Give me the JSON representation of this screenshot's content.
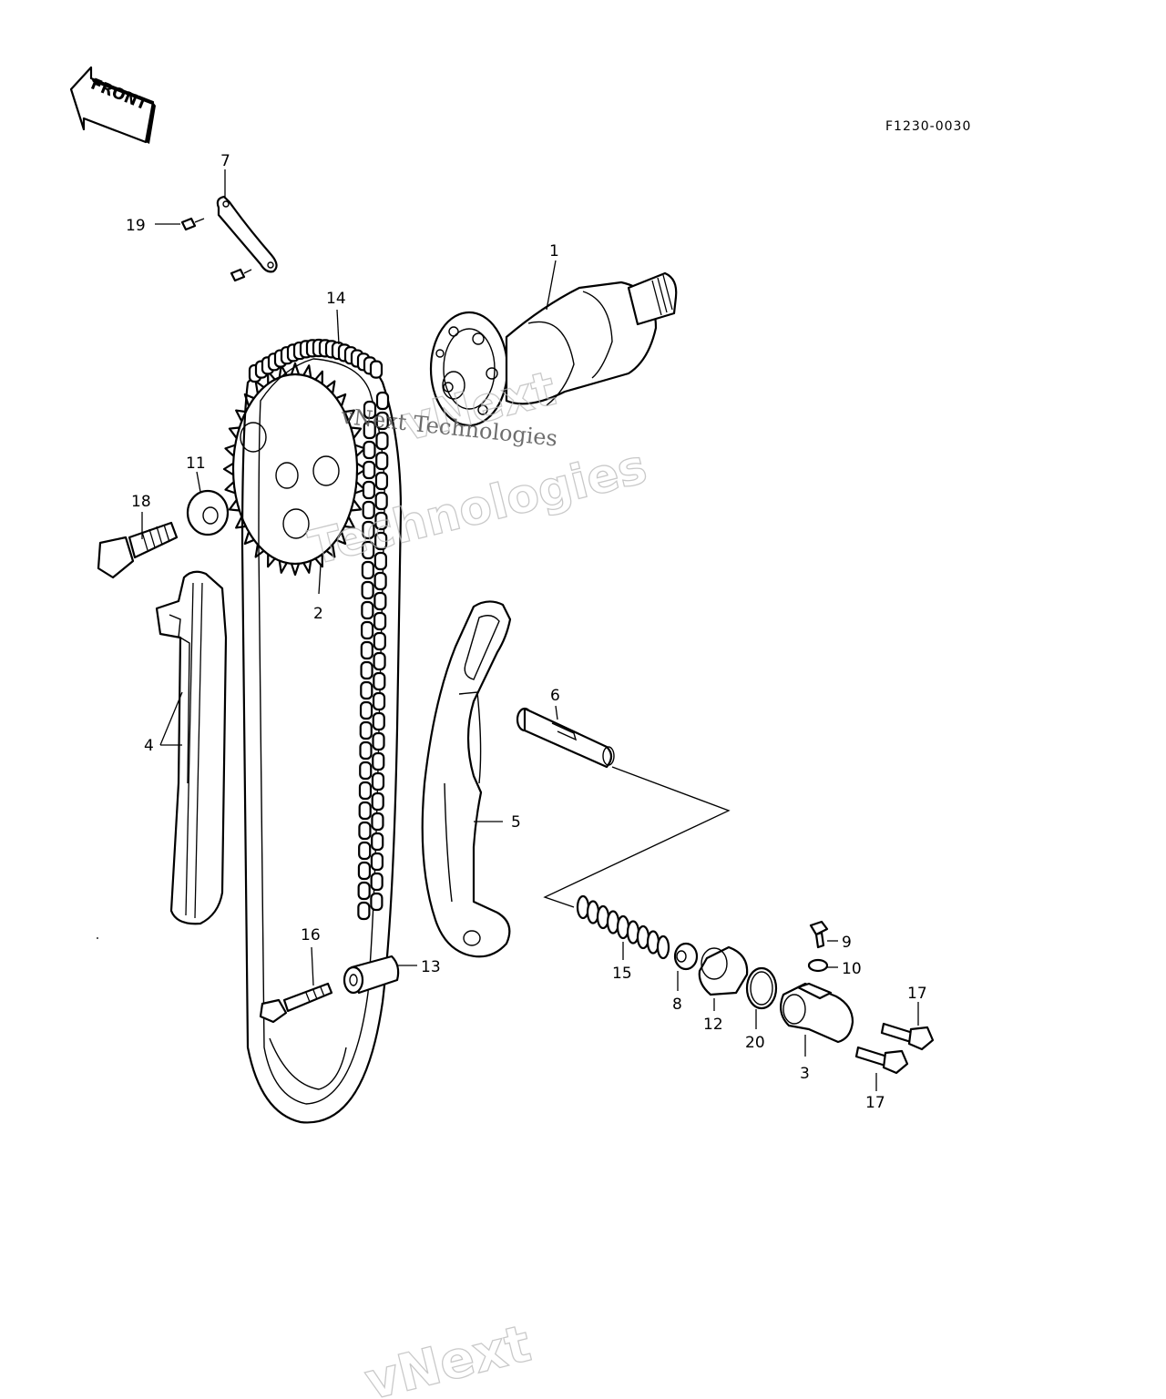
{
  "header": {
    "front_label": "FRONT",
    "doc_code": "F1230-0030"
  },
  "watermark": {
    "line1": "vNext",
    "line2": "Technologies",
    "overlay": "vNext Technologies",
    "bottom": "vNext"
  },
  "callouts": [
    "1",
    "2",
    "3",
    "4",
    "5",
    "6",
    "7",
    "8",
    "9",
    "10",
    "11",
    "12",
    "13",
    "14",
    "15",
    "16",
    "17",
    "17",
    "18",
    "19",
    "20"
  ],
  "colors": {
    "ink": "#000000",
    "paper": "#ffffff",
    "watermark": "#b8b8b8"
  }
}
